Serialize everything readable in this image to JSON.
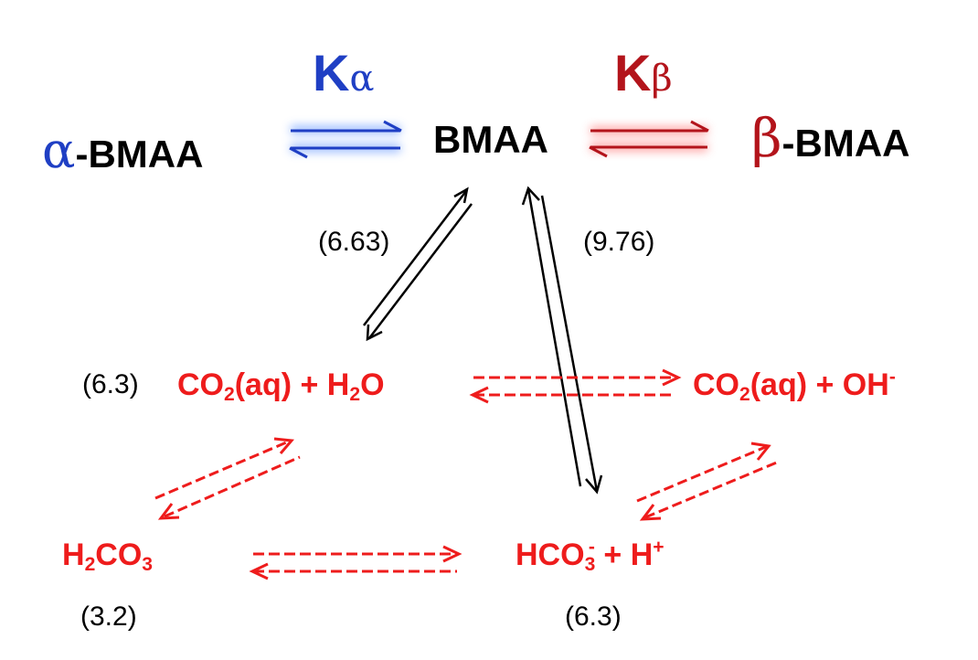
{
  "colors": {
    "blue": "#1f3fc4",
    "dark_red": "#b3141b",
    "red": "#ee1c1c",
    "black": "#000000"
  },
  "top": {
    "k_alpha": {
      "letter": "K",
      "greek": "α"
    },
    "k_beta": {
      "letter": "K",
      "greek": "β"
    },
    "alpha_bmaa": {
      "greek": "α",
      "text": "-BMAA"
    },
    "bmaa": "BMAA",
    "beta_bmaa": {
      "greek": "β",
      "text": "-BMAA"
    }
  },
  "pka": {
    "bmaa_co2": "(6.63)",
    "bmaa_hco3": "(9.76)",
    "co2_water": "(6.3)",
    "h2co3": "(3.2)",
    "hco3": "(6.3)"
  },
  "species": {
    "co2_water": {
      "a": "CO",
      "a_sub": "2",
      "b": "(aq) + H",
      "b_sub": "2",
      "c": "O"
    },
    "co2_oh": {
      "a": "CO",
      "a_sub": "2",
      "b": "(aq) + OH",
      "b_sup": "-"
    },
    "h2co3": {
      "a": "H",
      "a_sub": "2",
      "b": "CO",
      "b_sub": "3"
    },
    "hco3": {
      "a": "HCO",
      "a_sub": "3",
      "a_sup": "-",
      "b": " + H",
      "b_sup": "+"
    }
  }
}
